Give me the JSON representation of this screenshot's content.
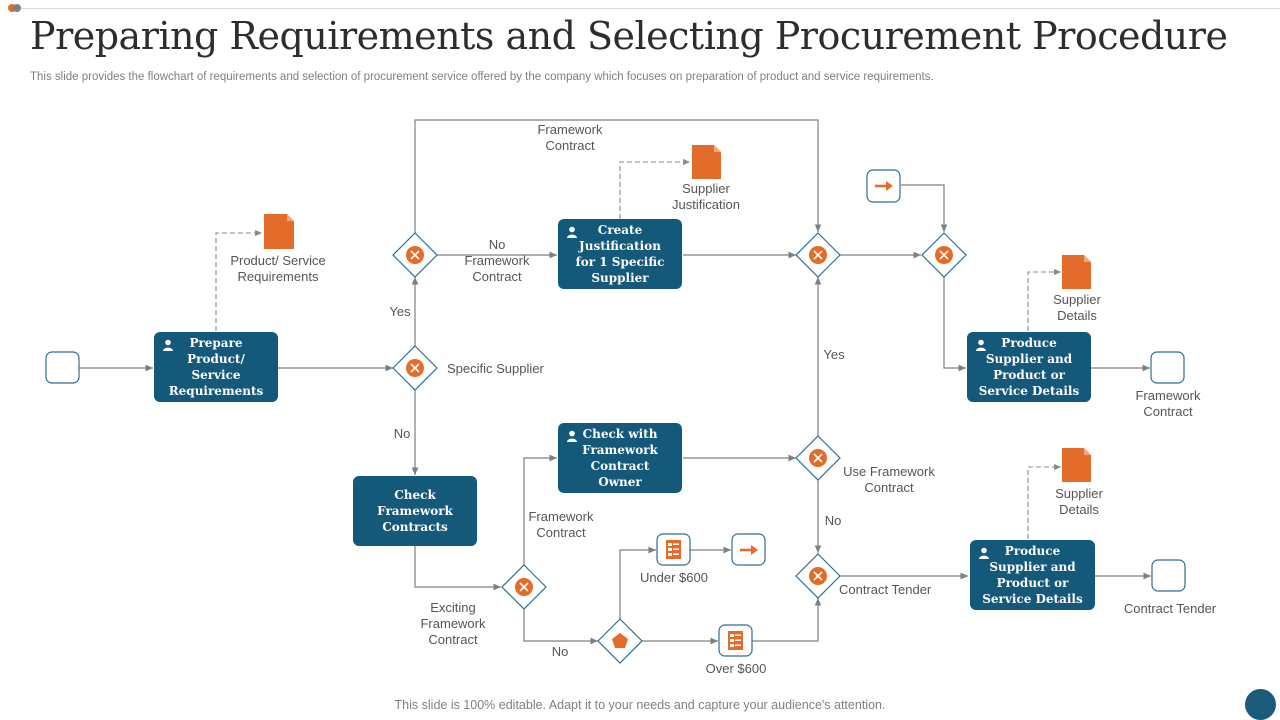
{
  "slide": {
    "title": "Preparing Requirements and Selecting Procurement Procedure",
    "subtitle": "This slide provides the flowchart of requirements and selection of procurement service offered by the company which focuses on preparation of product and service requirements.",
    "footer": "This slide is 100% editable. Adapt it to your needs and capture your audience's attention."
  },
  "colors": {
    "accent": "#e46c2b",
    "box": "#14587a",
    "line": "#7f7f7f",
    "start": "#2e6e95"
  },
  "boxes": {
    "prepare": "Prepare Product/ Service Requirements",
    "justification": "Create Justification for 1 Specific Supplier",
    "check_owner": "Check with Framework Contract Owner",
    "check_contracts": "Check Framework Contracts",
    "produce_top": "Produce Supplier and Product or Service Details",
    "produce_bottom": "Produce Supplier and Product or Service Details"
  },
  "labels": {
    "product_req": "Product/ Service Requirements",
    "framework_contract_top": "Framework Contract",
    "no_framework_contract": "No Framework Contract",
    "supplier_justification": "Supplier Justification",
    "yes_left": "Yes",
    "specific_supplier": "Specific Supplier",
    "no_left": "No",
    "yes_right": "Yes",
    "supplier_details_top": "Supplier Details",
    "framework_contract_end": "Framework Contract",
    "use_framework_contract": "Use Framework Contract",
    "no_right": "No",
    "framework_contract_mid": "Framework Contract",
    "supplier_details_bottom": "Supplier Details",
    "under_600": "Under $600",
    "contract_tender_gw": "Contract Tender",
    "contract_tender_end": "Contract Tender",
    "exciting_framework_contract": "Exciting Framework Contract",
    "no_bottom": "No",
    "over_600": "Over $600"
  },
  "icons": {
    "gateway": "x-gateway-icon",
    "document": "document-icon",
    "arrow": "arrow-right-icon",
    "person": "person-icon",
    "form": "form-icon",
    "pentagon": "pentagon-icon"
  }
}
